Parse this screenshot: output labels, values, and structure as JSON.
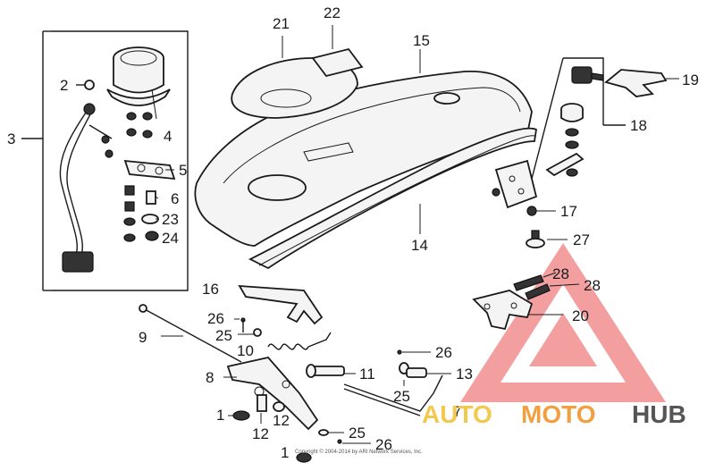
{
  "diagram": {
    "callouts": [
      {
        "id": "c1a",
        "text": "1"
      },
      {
        "id": "c1b",
        "text": "1"
      },
      {
        "id": "c2",
        "text": "2"
      },
      {
        "id": "c3",
        "text": "3"
      },
      {
        "id": "c4",
        "text": "4"
      },
      {
        "id": "c5",
        "text": "5"
      },
      {
        "id": "c6",
        "text": "6"
      },
      {
        "id": "c7",
        "text": "7"
      },
      {
        "id": "c8",
        "text": "8"
      },
      {
        "id": "c9",
        "text": "9"
      },
      {
        "id": "c10",
        "text": "10"
      },
      {
        "id": "c11",
        "text": "11"
      },
      {
        "id": "c12a",
        "text": "12"
      },
      {
        "id": "c12b",
        "text": "12"
      },
      {
        "id": "c13",
        "text": "13"
      },
      {
        "id": "c14",
        "text": "14"
      },
      {
        "id": "c15",
        "text": "15"
      },
      {
        "id": "c16",
        "text": "16"
      },
      {
        "id": "c17",
        "text": "17"
      },
      {
        "id": "c18",
        "text": "18"
      },
      {
        "id": "c19",
        "text": "19"
      },
      {
        "id": "c20",
        "text": "20"
      },
      {
        "id": "c21",
        "text": "21"
      },
      {
        "id": "c22",
        "text": "22"
      },
      {
        "id": "c23",
        "text": "23"
      },
      {
        "id": "c24",
        "text": "24"
      },
      {
        "id": "c25a",
        "text": "25"
      },
      {
        "id": "c25b",
        "text": "25"
      },
      {
        "id": "c25c",
        "text": "25"
      },
      {
        "id": "c26a",
        "text": "26"
      },
      {
        "id": "c26b",
        "text": "26"
      },
      {
        "id": "c26c",
        "text": "26"
      },
      {
        "id": "c27",
        "text": "27"
      },
      {
        "id": "c28a",
        "text": "28"
      },
      {
        "id": "c28b",
        "text": "28"
      }
    ],
    "copyright": "Copyright © 2004-2014 by ARI Network Services, Inc."
  },
  "watermark": {
    "part1": "AUTO",
    "part2": "MOTO",
    "part3": "HUB",
    "colors": {
      "triangle": "#f08080",
      "auto": "#f2c94c",
      "moto": "#f0a040",
      "hub": "#555555"
    }
  }
}
